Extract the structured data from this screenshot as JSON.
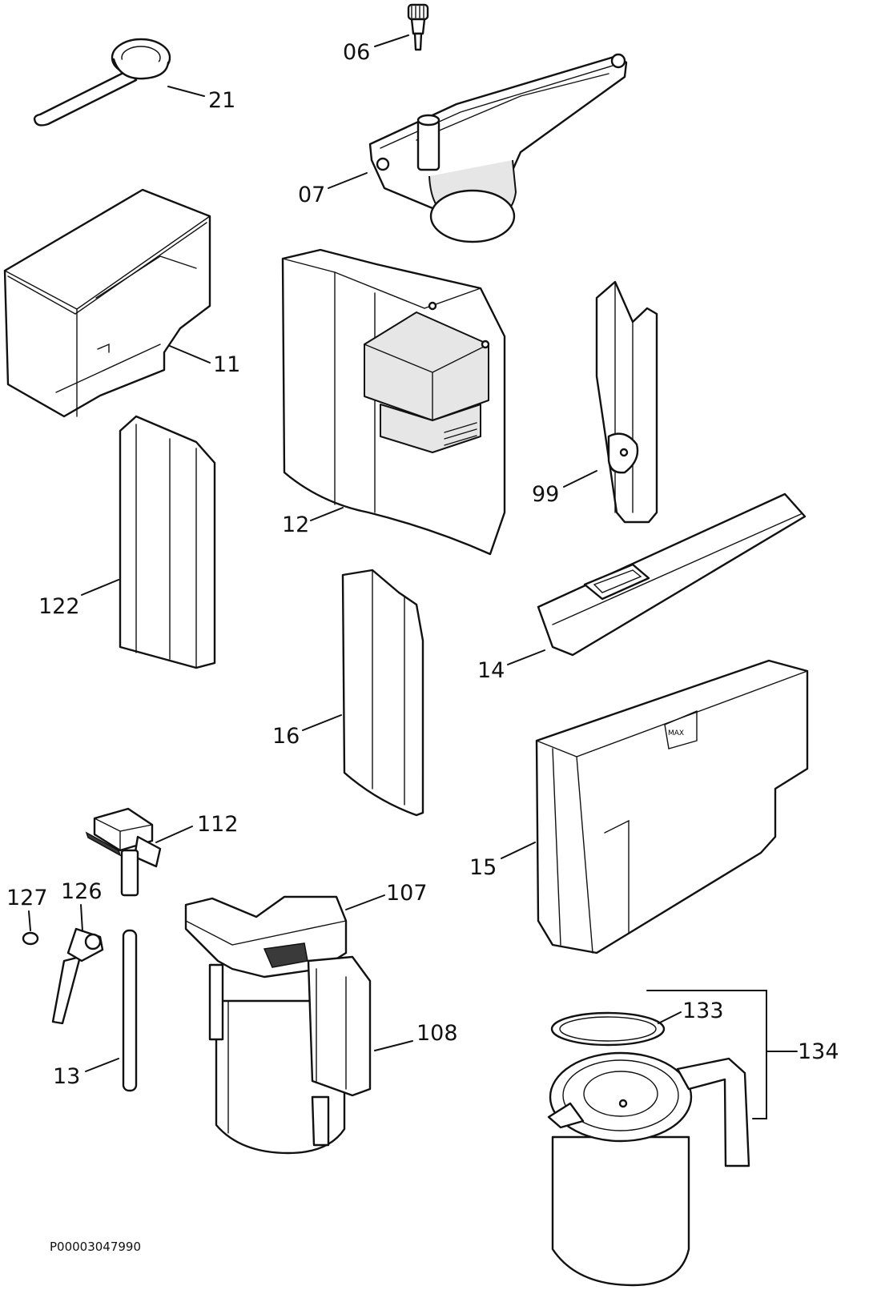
{
  "document_id": "P00003047990",
  "labels": {
    "p06": "06",
    "p07": "07",
    "p11": "11",
    "p12": "12",
    "p13": "13",
    "p14": "14",
    "p15": "15",
    "p16": "16",
    "p21": "21",
    "p99": "99",
    "p107": "107",
    "p108": "108",
    "p112": "112",
    "p122": "122",
    "p126": "126",
    "p127": "127",
    "p133": "133",
    "p134": "134"
  },
  "marks": {
    "tank_max": "MAX"
  }
}
